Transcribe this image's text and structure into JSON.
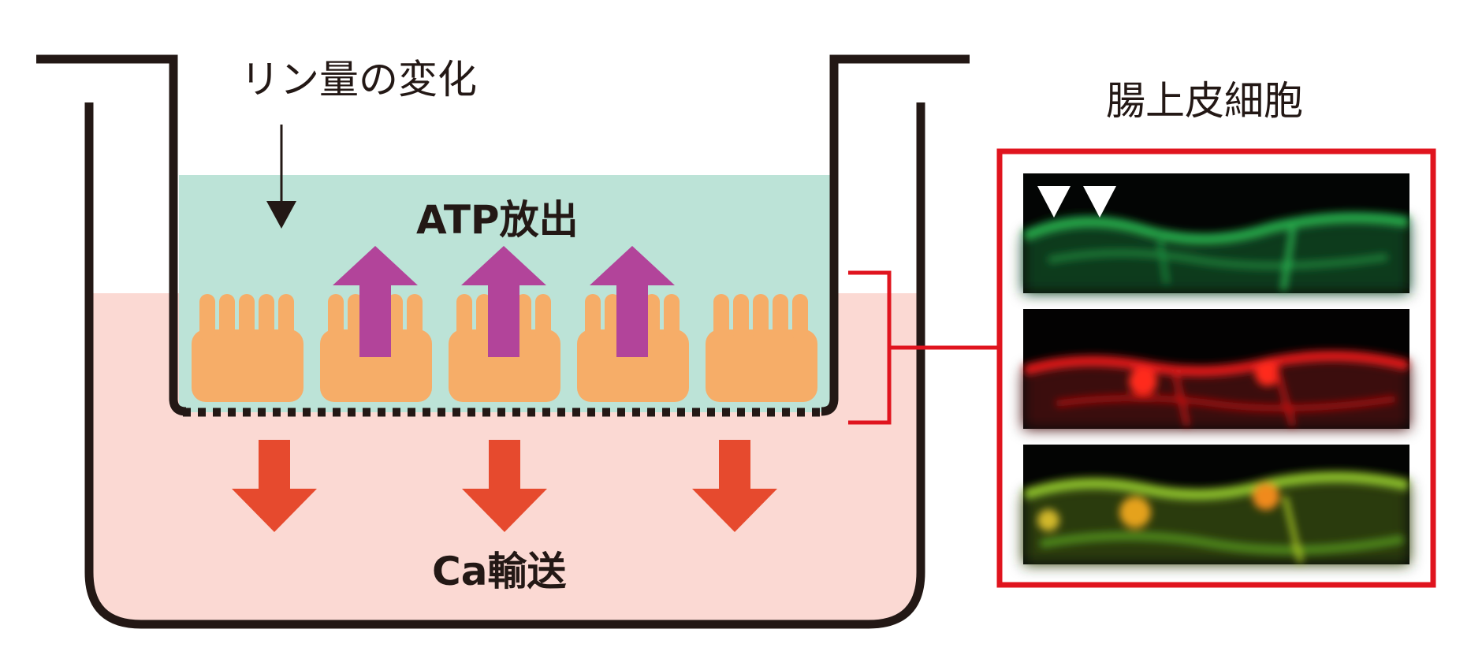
{
  "diagram": {
    "label_phosphate": "リン量の変化",
    "label_atp": "ATP放出",
    "label_ca": "Ca輸送",
    "label_cells": "腸上皮細胞"
  },
  "colors": {
    "outer_chamber": "#fbd9d3",
    "insert_medium": "#bce3d7",
    "cell": "#f6ad68",
    "atp_arrow": "#b2449a",
    "ca_arrow": "#e64a2e",
    "frame": "#231815",
    "highlight": "#e0141e"
  },
  "icons": [
    "down-arrow-icon",
    "up-arrow-icon",
    "down-arrow-icon",
    "triangle-marker-icon"
  ]
}
